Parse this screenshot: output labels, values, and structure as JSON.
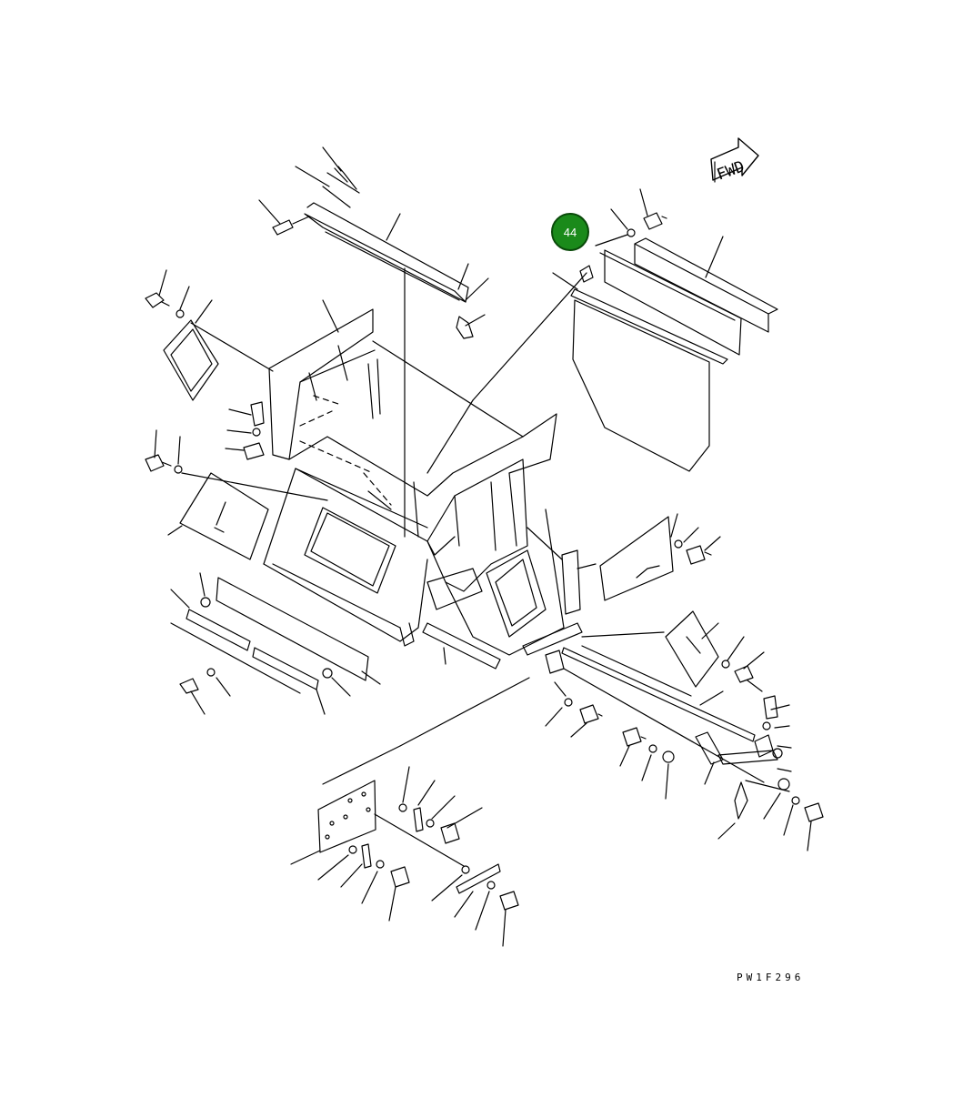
{
  "diagram": {
    "direction_label": "FWD",
    "callout": {
      "number": "44",
      "color": "#1a8a1a",
      "text_color": "#ffffff"
    },
    "drawing_code": "PW1F296",
    "line_color": "#000000",
    "background": "#ffffff"
  }
}
